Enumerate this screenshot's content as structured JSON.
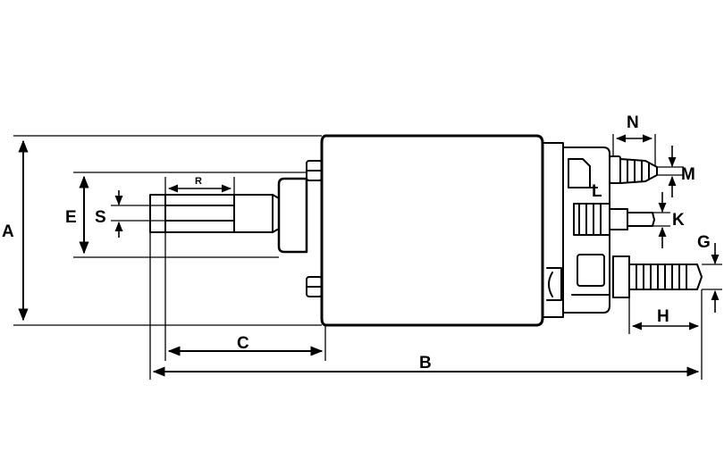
{
  "diagram": {
    "labels": {
      "A": "A",
      "B": "B",
      "C": "C",
      "E": "E",
      "S": "S",
      "R": "R",
      "N": "N",
      "M": "M",
      "L": "L",
      "K": "K",
      "G": "G",
      "H": "H"
    }
  },
  "colors": {
    "ink": "#000000",
    "paper": "#ffffff"
  }
}
